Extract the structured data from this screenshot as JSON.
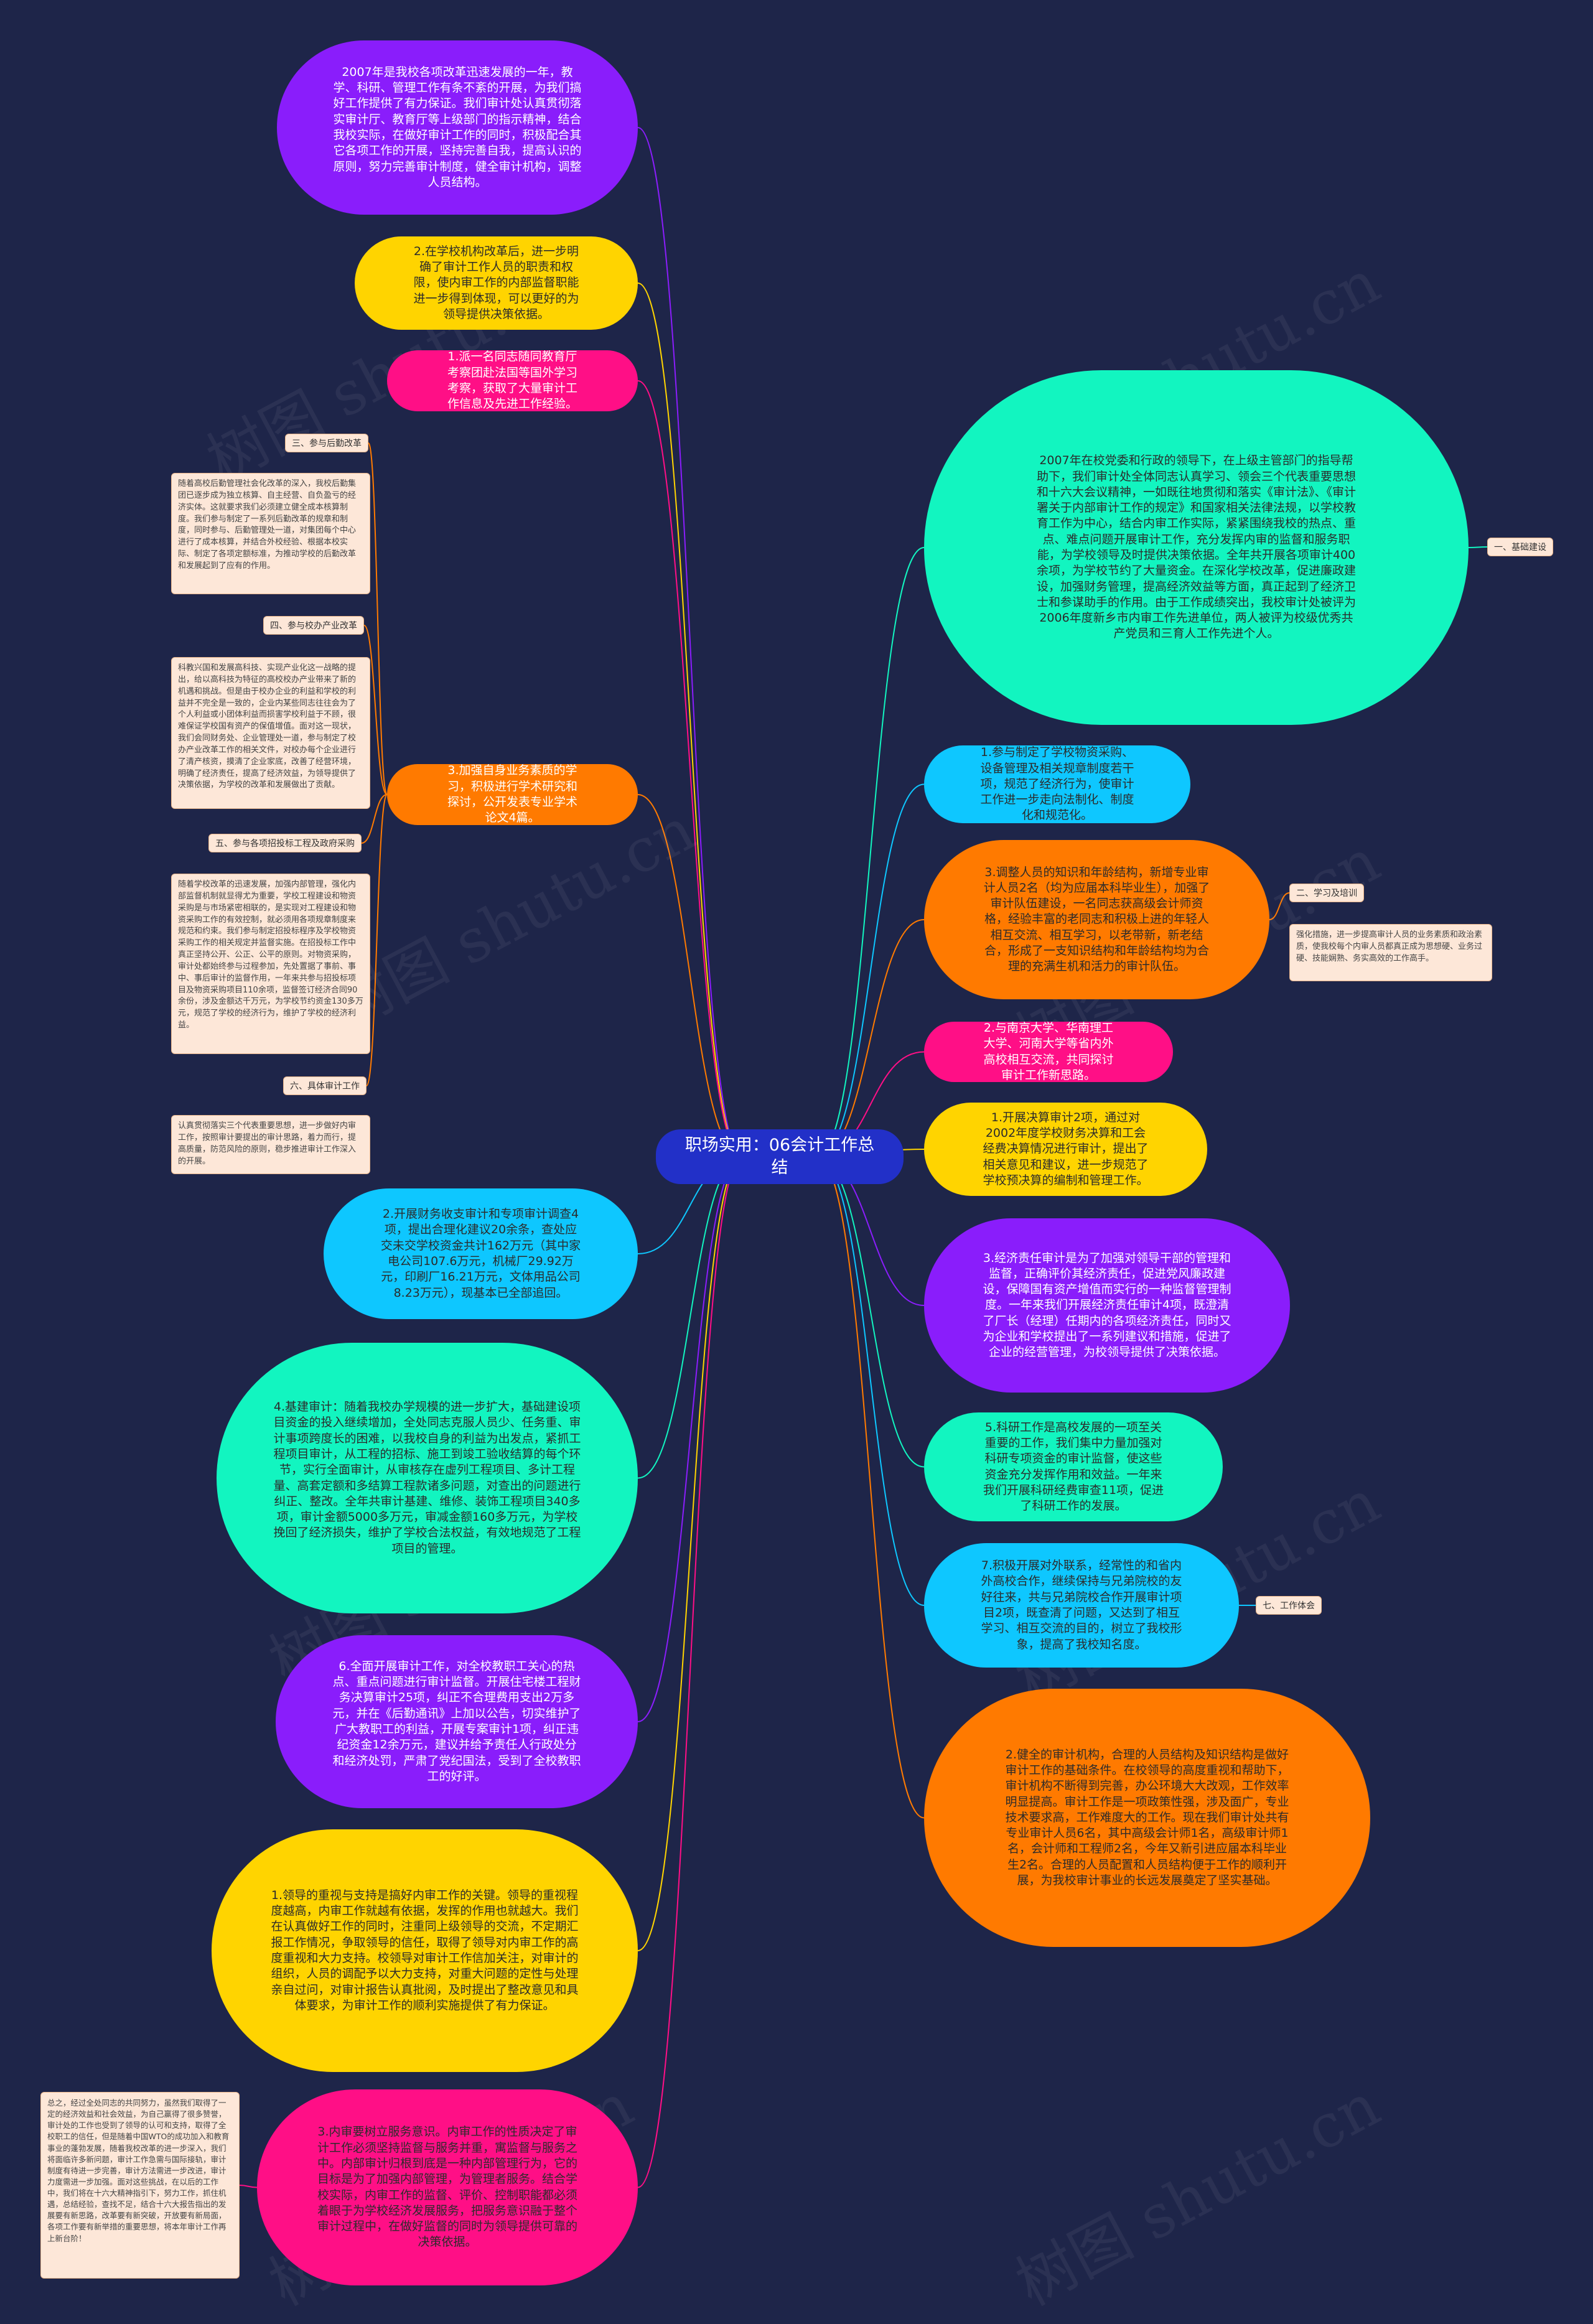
{
  "title": "职场实用：06会计工作总结",
  "watermark": "树图 shutu.cn",
  "colors": {
    "background": "#1e2549",
    "root": "#2230c8",
    "purple": "#8a1dfb",
    "yellow": "#ffd400",
    "pink": "#ff0f86",
    "orange": "#ff7a00",
    "teal": "#12f5c0",
    "sky": "#0ec7ff",
    "note": "#fde7d8"
  },
  "left_nodes": [
    {
      "id": "l1",
      "color": "purple",
      "text": "2007年是我校各项改革迅速发展的一年，教学、科研、管理工作有条不紊的开展，为我们搞好工作提供了有力保证。我们审计处认真贯彻落实审计厅、教育厅等上级部门的指示精神，结合我校实际，在做好审计工作的同时，积极配合其它各项工作的开展，坚持完善自我，提高认识的原则，努力完善审计制度，健全审计机构，调整人员结构。"
    },
    {
      "id": "l2",
      "color": "yellow",
      "text": "2.在学校机构改革后，进一步明确了审计工作人员的职责和权限，使内审工作的内部监督职能进一步得到体现，可以更好的为领导提供决策依据。"
    },
    {
      "id": "l3",
      "color": "pink",
      "text": "1.派一名同志随同教育厅考察团赴法国等国外学习考察，获取了大量审计工作信息及先进工作经验。"
    },
    {
      "id": "l4",
      "color": "orange",
      "text": "3.加强自身业务素质的学习，积极进行学术研究和探讨，公开发表专业学术论文4篇。"
    },
    {
      "id": "l5",
      "color": "sky",
      "text": "2.开展财务收支审计和专项审计调查4项，提出合理化建议20余条，查处应交未交学校资金共计162万元（其中家电公司107.6万元，机械厂29.92万元，印刷厂16.21万元，文体用品公司8.23万元），现基本已全部追回。"
    },
    {
      "id": "l6",
      "color": "teal",
      "text": "4.基建审计：随着我校办学规模的进一步扩大，基础建设项目资金的投入继续增加，全处同志克服人员少、任务重、审计事项跨度长的困难，以我校自身的利益为出发点，紧抓工程项目审计，从工程的招标、施工到竣工验收结算的每个环节，实行全面审计，从审核存在虚列工程项目、多计工程量、高套定额和多结算工程款诸多问题，对查出的问题进行纠正、整改。全年共审计基建、维修、装饰工程项目340多项，审计金额5000多万元，审减金额160多万元，为学校挽回了经济损失，维护了学校合法权益，有效地规范了工程项目的管理。"
    },
    {
      "id": "l7",
      "color": "purple",
      "text": "6.全面开展审计工作，对全校教职工关心的热点、重点问题进行审计监督。开展住宅楼工程财务决算审计25项，纠正不合理费用支出2万多元，并在《后勤通讯》上加以公告，切实维护了广大教职工的利益，开展专案审计1项，纠正违纪资金12余万元，建议并给予责任人行政处分和经济处罚，严肃了党纪国法，受到了全校教职工的好评。"
    },
    {
      "id": "l8",
      "color": "yellow",
      "text": "1.领导的重视与支持是搞好内审工作的关键。领导的重视程度越高，内审工作就越有依据，发挥的作用也就越大。我们在认真做好工作的同时，注重同上级领导的交流，不定期汇报工作情况，争取领导的信任，取得了领导对内审工作的高度重视和大力支持。校领导对审计工作信加关注，对审计的组织，人员的调配予以大力支持，对重大问题的定性与处理亲自过问，对审计报告认真批阅，及时提出了整改意见和具体要求，为审计工作的顺利实施提供了有力保证。"
    },
    {
      "id": "l9",
      "color": "pink",
      "text": "3.内审要树立服务意识。内审工作的性质决定了审计工作必须坚持监督与服务并重，寓监督与服务之中。内部审计归根到底是一种内部管理行为，它的目标是为了加强内部管理，为管理者服务。结合学校实际，内审工作的监督、评价、控制职能都必须着眼于为学校经济发展服务，把服务意识融于整个审计过程中，在做好监督的同时为领导提供可靠的决策依据。"
    }
  ],
  "right_nodes": [
    {
      "id": "r1",
      "color": "teal",
      "text": "2007年在校党委和行政的领导下，在上级主管部门的指导帮助下，我们审计处全体同志认真学习、领会三个代表重要思想和十六大会议精神，一如既往地贯彻和落实《审计法》、《审计署关于内部审计工作的规定》和国家相关法律法规，以学校教育工作为中心，结合内审工作实际，紧紧围绕我校的热点、重点、难点问题开展审计工作，充分发挥内审的监督和服务职能，为学校领导及时提供决策依据。全年共开展各项审计400余项，为学校节约了大量资金。在深化学校改革，促进廉政建设，加强财务管理，提高经济效益等方面，真正起到了经济卫士和参谋助手的作用。由于工作成绩突出，我校审计处被评为2006年度新乡市内审工作先进单位，两人被评为校级优秀共产党员和三育人工作先进个人。"
    },
    {
      "id": "r2",
      "color": "sky",
      "text": "1.参与制定了学校物资采购、设备管理及相关规章制度若干项，规范了经济行为，使审计工作进一步走向法制化、制度化和规范化。"
    },
    {
      "id": "r3",
      "color": "orange",
      "text": "3.调整人员的知识和年龄结构，新增专业审计人员2名（均为应届本科毕业生），加强了审计队伍建设，一名同志获高级会计师资格，经验丰富的老同志和积极上进的年轻人相互交流、相互学习，以老带新，新老结合，形成了一支知识结构和年龄结构均为合理的充满生机和活力的审计队伍。"
    },
    {
      "id": "r4",
      "color": "pink",
      "text": "2.与南京大学、华南理工大学、河南大学等省内外高校相互交流，共同探讨审计工作新思路。"
    },
    {
      "id": "r5",
      "color": "yellow",
      "text": "1.开展决算审计2项，通过对2002年度学校财务决算和工会经费决算情况进行审计，提出了相关意见和建议，进一步规范了学校预决算的编制和管理工作。"
    },
    {
      "id": "r6",
      "color": "purple",
      "text": "3.经济责任审计是为了加强对领导干部的管理和监督，正确评价其经济责任，促进党风廉政建设，保障国有资产增值而实行的一种监督管理制度。一年来我们开展经济责任审计4项，既澄清了厂长（经理）任期内的各项经济责任，同时又为企业和学校提出了一系列建议和措施，促进了企业的经营管理，为校领导提供了决策依据。"
    },
    {
      "id": "r7",
      "color": "teal",
      "text": "5.科研工作是高校发展的一项至关重要的工作，我们集中力量加强对科研专项资金的审计监督，使这些资金充分发挥作用和效益。一年来我们开展科研经费审查11项，促进了科研工作的发展。"
    },
    {
      "id": "r8",
      "color": "sky",
      "text": "7.积极开展对外联系，经常性的和省内外高校合作，继续保持与兄弟院校的友好往来，共与兄弟院校合作开展审计项目2项，既查清了问题，又达到了相互学习、相互交流的目的，树立了我校形象，提高了我校知名度。"
    },
    {
      "id": "r9",
      "color": "orange",
      "text": "2.健全的审计机构，合理的人员结构及知识结构是做好审计工作的基础条件。在校领导的高度重视和帮助下，审计机构不断得到完善，办公环境大大改观，工作效率明显提高。审计工作是一项政策性强，涉及面广，专业技术要求高，工作难度大的工作。现在我们审计处共有专业审计人员6名，其中高级会计师1名，高级审计师1名，会计师和工程师2名，今年又新引进应届本科毕业生2名。合理的人员配置和人员结构便于工作的顺利开展，为我校审计事业的长远发展奠定了坚实基础。"
    }
  ],
  "notes": [
    {
      "id": "t1",
      "kind": "tag",
      "text": "三、参与后勤改革"
    },
    {
      "id": "n1",
      "kind": "note",
      "text": "随着高校后勤管理社会化改革的深入，我校后勤集团已逐步成为独立核算、自主经营、自负盈亏的经济实体。这就要求我们必须建立健全成本核算制度。我们参与制定了一系列后勤改革的规章和制度，同时参与、后勤管理处一道，对集团每个中心进行了成本核算，并结合外校经验、根据本校实际、制定了各项定额标准，为推动学校的后勤改革和发展起到了应有的作用。"
    },
    {
      "id": "t2",
      "kind": "tag",
      "text": "四、参与校办产业改革"
    },
    {
      "id": "n2",
      "kind": "note",
      "text": "科教兴国和发展高科技、实现产业化这一战略的提出，给以高科技为特征的高校校办产业带来了新的机遇和挑战。但是由于校办企业的利益和学校的利益并不完全是一致的，企业内某些同志往往会为了个人利益或小团体利益而损害学校利益于不顾，很难保证学校国有资产的保值增值。面对这一现状，我们会同财务处、企业管理处一道，参与制定了校办产业改革工作的相关文件，对校办每个企业进行了清产核资，摸清了企业家底，改善了经营环境，明确了经济责任，提高了经济效益，为领导提供了决策依据，为学校的改革和发展做出了贡献。"
    },
    {
      "id": "t3",
      "kind": "tag",
      "text": "五、参与各项招投标工程及政府采购"
    },
    {
      "id": "n3",
      "kind": "note",
      "text": "随着学校改革的迅速发展，加强内部管理，强化内部监督机制就显得尤为重要，学校工程建设和物资采购是与市场紧密相联的，是实现对工程建设和物资采购工作的有效控制，就必须用各项规章制度来规范和约束。我们参与制定招投标程序及学校物资采购工作的相关规定并监督实施。在招投标工作中真正坚持公开、公正、公平的原则。对物资采购，审计处都始终参与过程参加，先处置据了事前、事中、事后审计的监督作用，一年来共参与招投标项目及物资采购项目110余项，监督签订经济合同90余份，涉及金额达千万元，为学校节约资金130多万元，规范了学校的经济行为，维护了学校的经济利益。"
    },
    {
      "id": "t4",
      "kind": "tag",
      "text": "六、具体审计工作"
    },
    {
      "id": "n4",
      "kind": "note",
      "text": "认真贯彻落实三个代表重要思想，进一步做好内审工作，按照审计要提出的审计思路，着力而行，提高质量，防范风险的原则，稳步推进审计工作深入的开展。"
    },
    {
      "id": "t5",
      "kind": "tag",
      "text": "一、基础建设"
    },
    {
      "id": "t6",
      "kind": "tag",
      "text": "二、学习及培训"
    },
    {
      "id": "n5",
      "kind": "note",
      "text": "强化措施，进一步提高审计人员的业务素质和政治素质，使我校每个内审人员都真正成为思想硬、业务过硬、技能娴熟、务实高效的工作高手。"
    },
    {
      "id": "t7",
      "kind": "tag",
      "text": "七、工作体会"
    },
    {
      "id": "n6",
      "kind": "note",
      "text": "总之，经过全处同志的共同努力，虽然我们取得了一定的经济效益和社会效益，为自己赢得了很多赞誉，审计处的工作也受到了领导的认可和支持，取得了全校职工的信任，但是随着中国WTO的成功加入和教育事业的蓬勃发展，随着我校改革的进一步深入，我们将面临许多新问题，审计工作急需与国际接轨，审计制度有待进一步完善，审计方法需进一步改进，审计力度需进一步加强。面对这些挑战，在以后的工作中，我们将在十六大精神指引下，努力工作，抓住机遇，总结经验，查找不足，结合十六大报告指出的发展要有新思路，改革要有新突破，开放要有新局面，各项工作要有新举措的重要思想，将本年审计工作再上新台阶！"
    }
  ]
}
